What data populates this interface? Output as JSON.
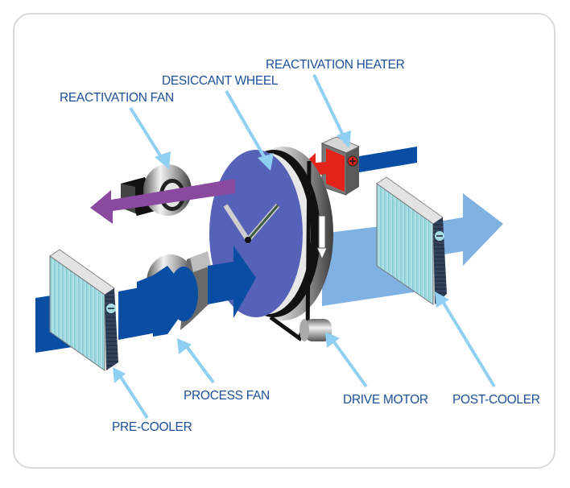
{
  "title": "Desiccant dehumidifier components",
  "labels": {
    "reactivation_heater": "REACTIVATION HEATER",
    "desiccant_wheel": "DESICCANT WHEEL",
    "reactivation_fan": "REACTIVATION FAN",
    "process_fan": "PROCESS FAN",
    "drive_motor": "DRIVE MOTOR",
    "post_cooler": "POST-COOLER",
    "pre_cooler": "PRE-COOLER"
  },
  "symbols": {
    "heater_sign": "+",
    "cooler_sign": "−"
  },
  "colors": {
    "label_text": "#1c4f98",
    "pointer": "#8fd0f2",
    "process_air": "#0a4ea3",
    "dry_air": "#7fb1e3",
    "reactivation_air_out": "#8a4aa0",
    "heated_air": "#e32219",
    "wheel": "#5562b8",
    "cooler_fins": "#a8dde3",
    "frame_border": "#d9d9d9"
  }
}
